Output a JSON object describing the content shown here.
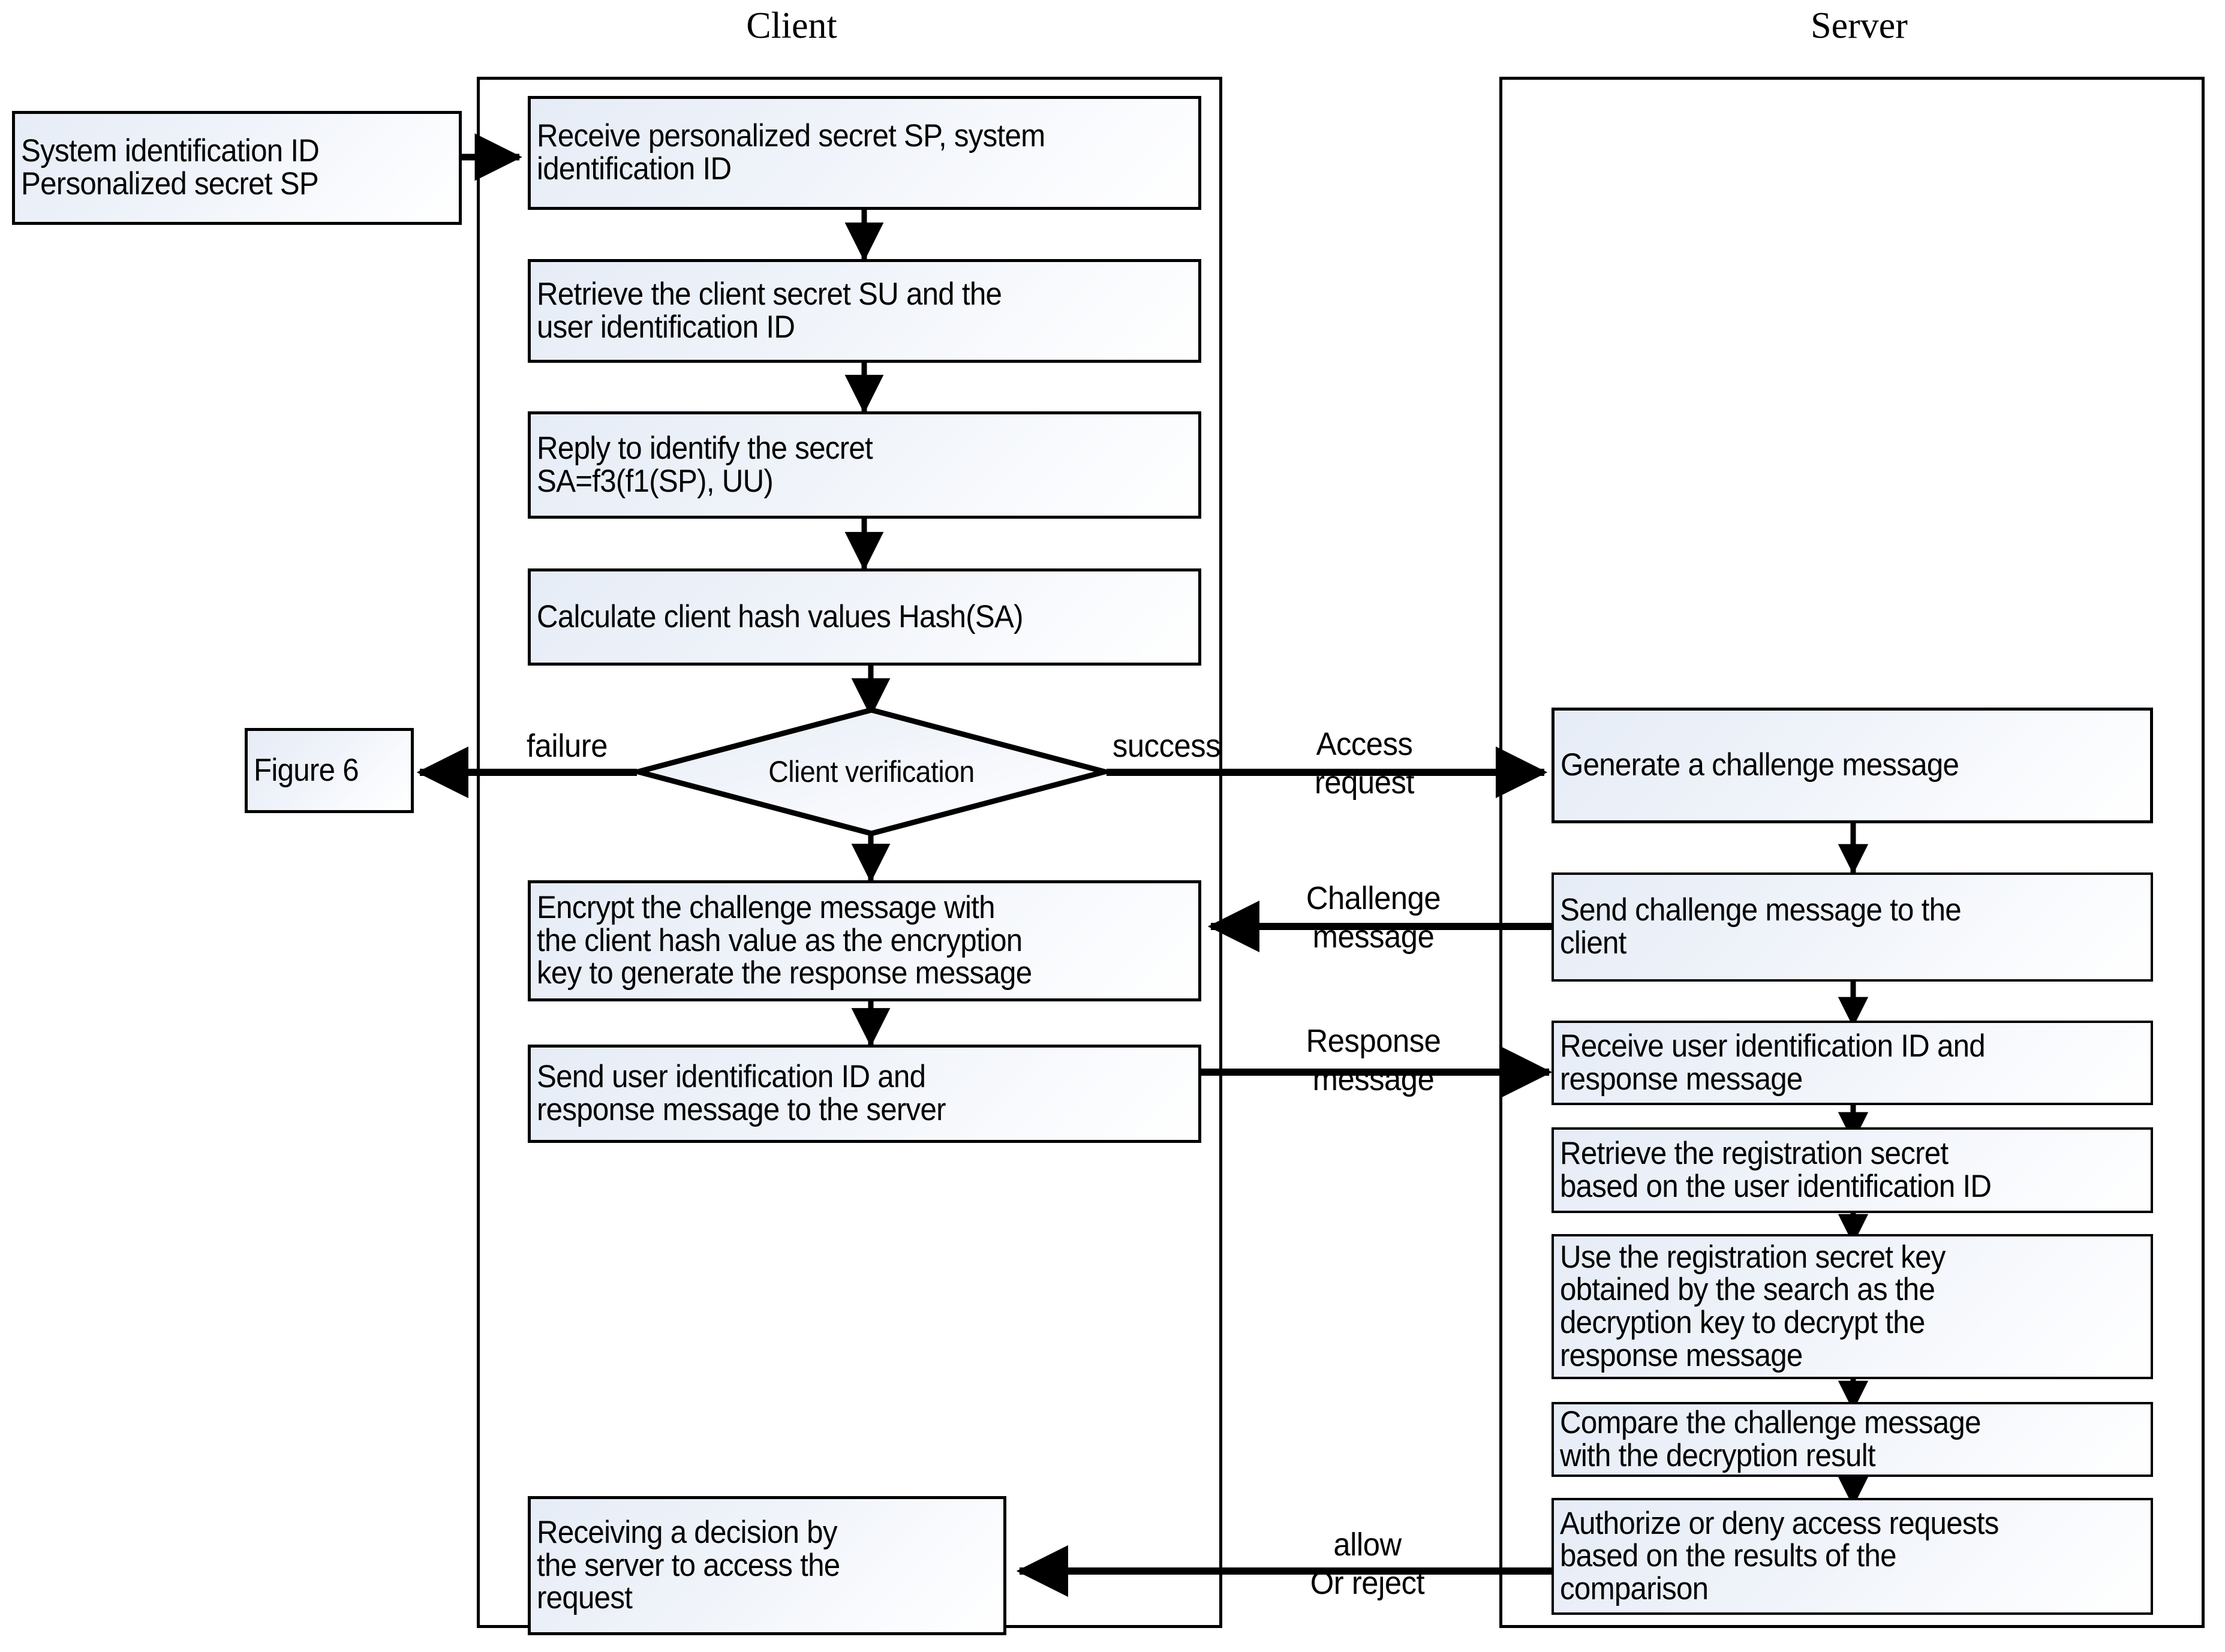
{
  "lanes": [
    {
      "id": "client",
      "title": "Client"
    },
    {
      "id": "server",
      "title": "Server"
    }
  ],
  "external": {
    "input_box": "System identification ID\nPersonalized secret SP",
    "figure_ref": "Figure 6"
  },
  "client_steps": [
    {
      "id": "receive-sp",
      "text": "Receive personalized secret SP, system\nidentification ID"
    },
    {
      "id": "retrieve-su",
      "text": "Retrieve the client secret SU and the\nuser identification ID"
    },
    {
      "id": "reply-secret",
      "text": "Reply to identify the secret\nSA=f3(f1(SP), UU)"
    },
    {
      "id": "calc-hash",
      "text": "Calculate client hash values Hash(SA)"
    },
    {
      "id": "encrypt-challenge",
      "text": "Encrypt the challenge message with\nthe client hash value as the encryption\nkey to generate the response message"
    },
    {
      "id": "send-response",
      "text": "Send user identification ID and\nresponse message to the server"
    },
    {
      "id": "receive-decision",
      "text": "Receiving a decision by\nthe server to access the\nrequest"
    }
  ],
  "client_decision": {
    "id": "client-verification",
    "text": "Client verification"
  },
  "server_steps": [
    {
      "id": "generate-challenge",
      "text": "Generate a challenge message"
    },
    {
      "id": "send-challenge",
      "text": "Send challenge message to the\nclient"
    },
    {
      "id": "receive-id-resp",
      "text": "Receive user identification ID and\nresponse message"
    },
    {
      "id": "retrieve-reg-secret",
      "text": "Retrieve the registration secret\nbased on the user identification ID"
    },
    {
      "id": "decrypt-response",
      "text": "Use the registration secret key\nobtained by the search as the\ndecryption key to decrypt the\nresponse message"
    },
    {
      "id": "compare-challenge",
      "text": "Compare the challenge message\nwith the decryption result"
    },
    {
      "id": "authorize-deny",
      "text": "Authorize or deny access requests\nbased on the results of the\ncomparison"
    }
  ],
  "edge_labels": {
    "failure": "failure",
    "success": "success",
    "access_request": "Access\nrequest",
    "challenge_message": "Challenge\nmessage",
    "response_message": "Response\nmessage",
    "allow_or_reject": "allow\nOr reject"
  },
  "colors": {
    "stroke": "#000000",
    "node_fill_start": "#e6ecf6",
    "node_fill_end": "#ffffff",
    "background": "#ffffff"
  }
}
